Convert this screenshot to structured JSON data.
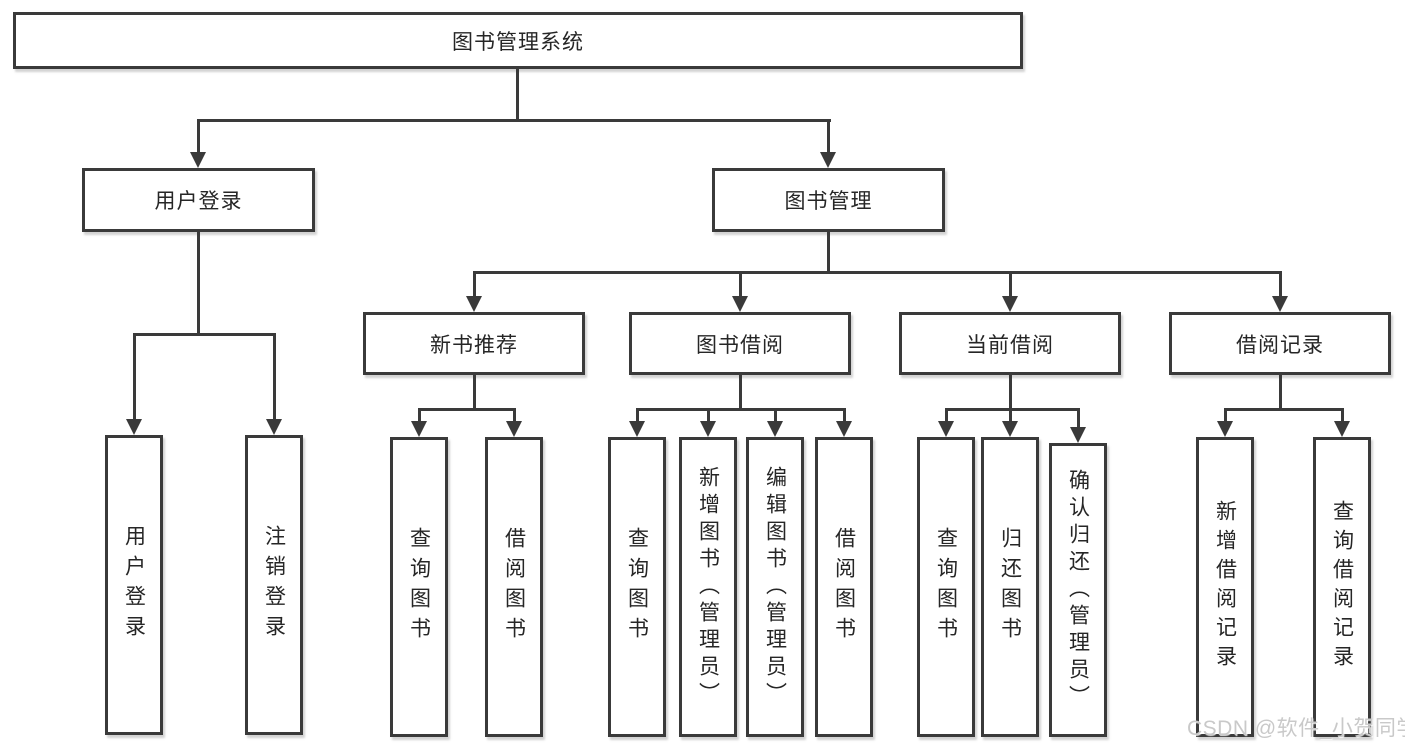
{
  "diagram": {
    "root": {
      "label": "图书管理系统"
    },
    "level2": [
      {
        "label": "用户登录"
      },
      {
        "label": "图书管理"
      }
    ],
    "level3": [
      {
        "label": "新书推荐"
      },
      {
        "label": "图书借阅"
      },
      {
        "label": "当前借阅"
      },
      {
        "label": "借阅记录"
      }
    ],
    "leaves": {
      "user_login": [
        {
          "label": "用户登录"
        },
        {
          "label": "注销登录"
        }
      ],
      "new_book": [
        {
          "label": "查询图书"
        },
        {
          "label": "借阅图书"
        }
      ],
      "book_borrow": [
        {
          "label": "查询图书"
        },
        {
          "label": "新增图书（管理员）"
        },
        {
          "label": "编辑图书（管理员）"
        },
        {
          "label": "借阅图书"
        }
      ],
      "current_borrow": [
        {
          "label": "查询图书"
        },
        {
          "label": "归还图书"
        },
        {
          "label": "确认归还（管理员）"
        }
      ],
      "borrow_record": [
        {
          "label": "新增借阅记录"
        },
        {
          "label": "查询借阅记录"
        }
      ]
    },
    "watermark": {
      "text": "CSDN @软件_小贺同学"
    },
    "colors": {
      "line": "#3a3a3a",
      "text": "#262626",
      "background": "#ffffff",
      "watermark": "#c9c9c9"
    }
  }
}
